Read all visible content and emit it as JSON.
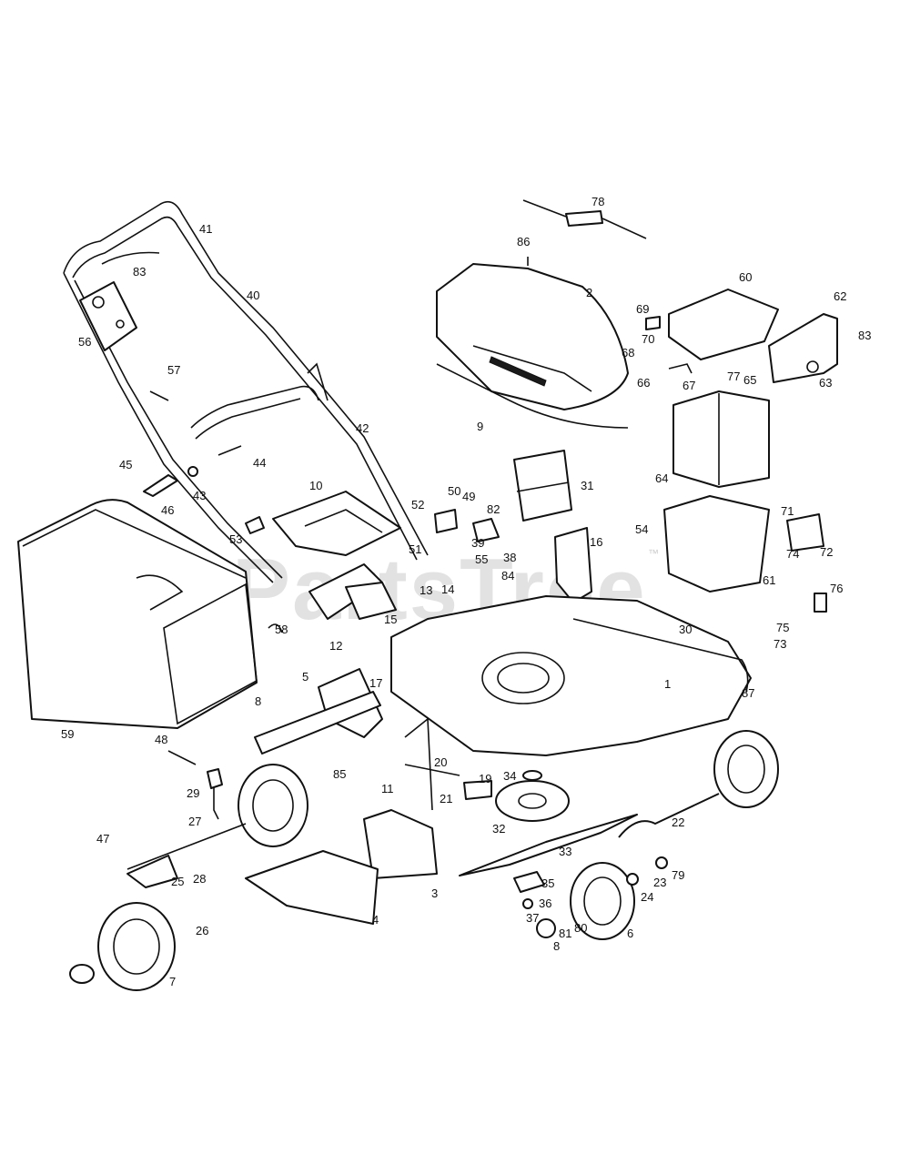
{
  "watermark": {
    "text": "PartsTree",
    "trademark": "™",
    "color": "#cccccc"
  },
  "callouts": [
    "1",
    "2",
    "3",
    "4",
    "5",
    "6",
    "7",
    "8",
    "8",
    "9",
    "10",
    "11",
    "12",
    "13",
    "14",
    "15",
    "16",
    "17",
    "19",
    "20",
    "21",
    "22",
    "23",
    "24",
    "25",
    "26",
    "27",
    "28",
    "29",
    "30",
    "31",
    "32",
    "33",
    "34",
    "35",
    "36",
    "37",
    "38",
    "39",
    "40",
    "41",
    "42",
    "43",
    "44",
    "45",
    "46",
    "47",
    "48",
    "49",
    "50",
    "51",
    "52",
    "53",
    "54",
    "55",
    "56",
    "57",
    "58",
    "59",
    "60",
    "61",
    "62",
    "63",
    "64",
    "65",
    "66",
    "67",
    "68",
    "69",
    "70",
    "71",
    "72",
    "73",
    "74",
    "75",
    "76",
    "77",
    "78",
    "79",
    "80",
    "81",
    "82",
    "83",
    "83",
    "84",
    "85",
    "86",
    "87"
  ],
  "colors": {
    "line": "#111111",
    "background": "#ffffff"
  }
}
